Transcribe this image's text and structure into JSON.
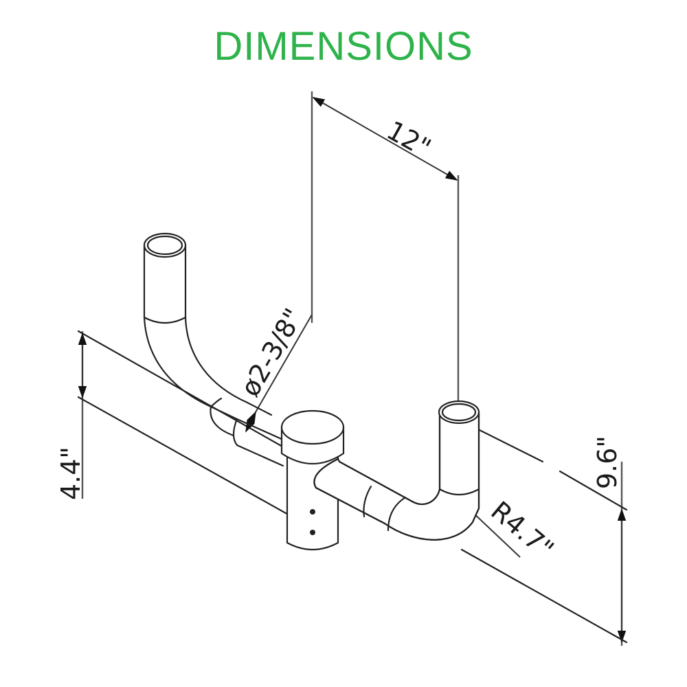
{
  "title": "DIMENSIONS",
  "colors": {
    "title": "#2db34a",
    "line": "#222222",
    "background": "#ffffff"
  },
  "dimensions": {
    "span": "12\"",
    "pipe_diameter": "ø2-3/8\"",
    "left_height": "4.4\"",
    "right_height": "9.6\"",
    "bend_radius": "R4.7\""
  },
  "parts": {
    "left_arm": "left-pipe-arm",
    "right_arm": "right-pipe-arm",
    "center_hub": "center-mounting-hub",
    "mount_holes": 2
  }
}
